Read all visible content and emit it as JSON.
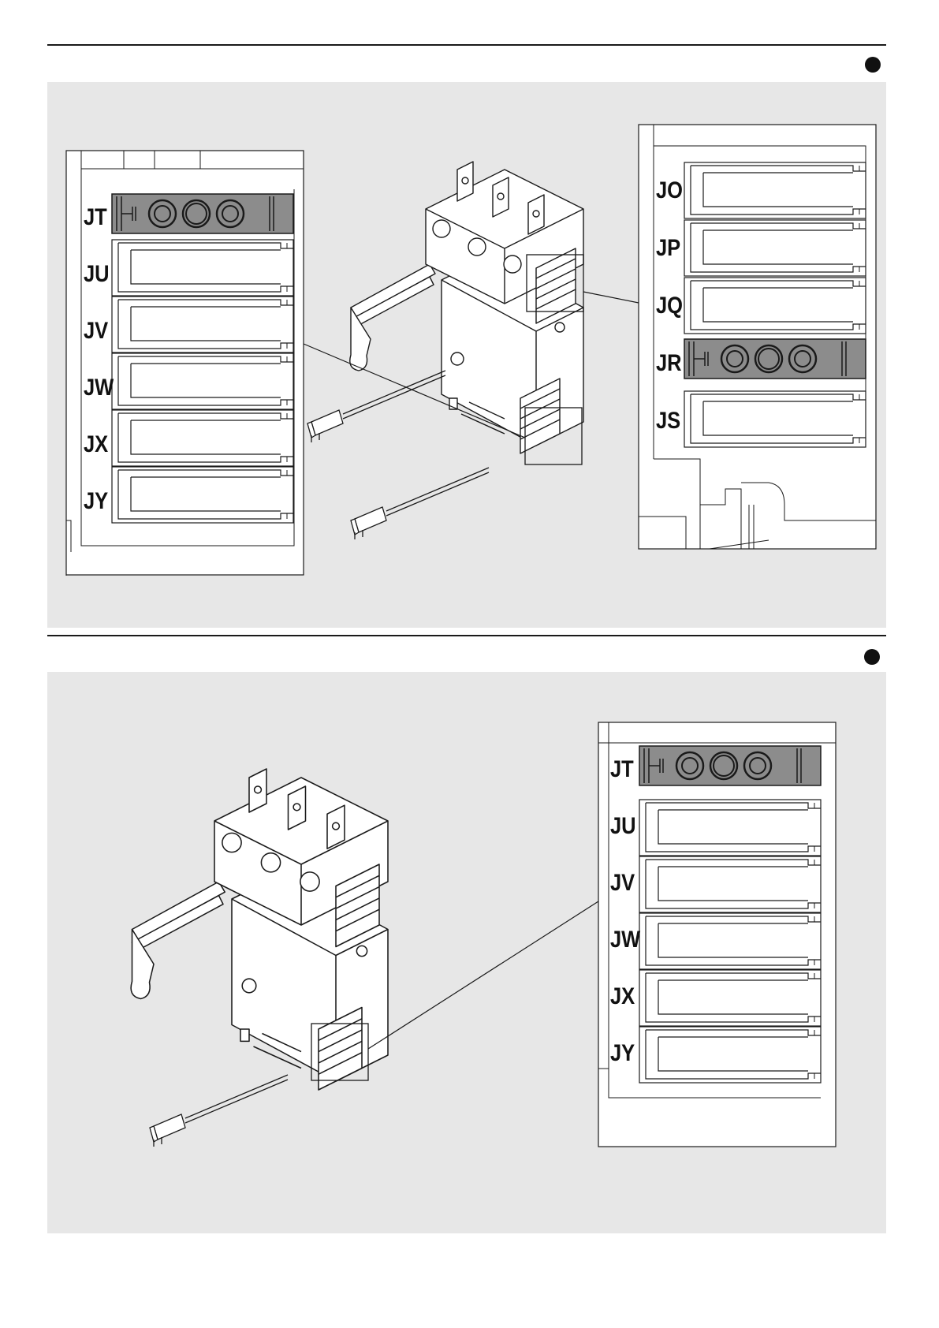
{
  "figure_top": {
    "left_connector_labels": [
      "JT",
      "JU",
      "JV",
      "JW",
      "JX",
      "JY"
    ],
    "left_highlighted": "JT",
    "right_connector_labels": [
      "JO",
      "JP",
      "JQ",
      "JR",
      "JS"
    ],
    "right_highlighted": "JR"
  },
  "figure_bottom": {
    "connector_labels": [
      "JT",
      "JU",
      "JV",
      "JW",
      "JX",
      "JY"
    ],
    "highlighted": "JT"
  },
  "colors": {
    "panel_bg": "#e7e7e7",
    "highlight_fill": "#8c8c8c",
    "line": "#1a1a1a"
  },
  "icons": [
    "section-bullet-icon",
    "circuit-breaker-illustration"
  ]
}
